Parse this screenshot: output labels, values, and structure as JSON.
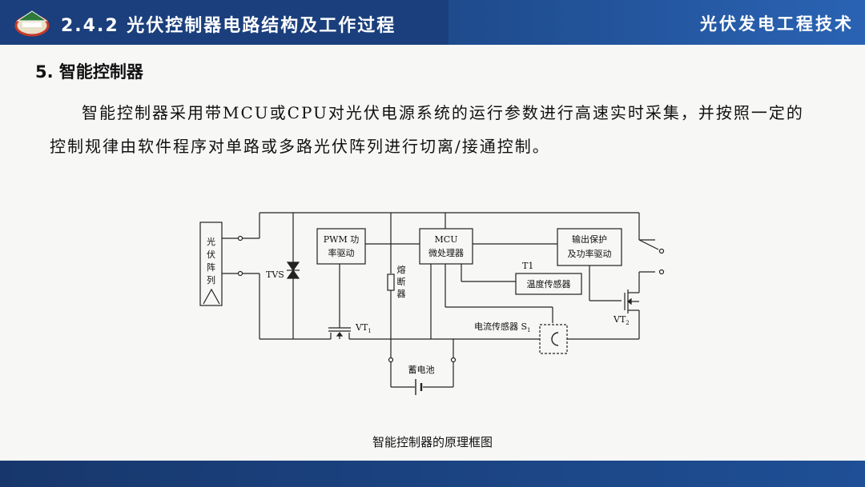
{
  "header": {
    "title": "2.4.2 光伏控制器电路结构及工作过程",
    "course": "光伏发电工程技术"
  },
  "section_title": "5. 智能控制器",
  "paragraph": "智能控制器采用带MCU或CPU对光伏电源系统的运行参数进行高速实时采集，并按照一定的控制规律由软件程序对单路或多路光伏阵列进行切离/接通控制。",
  "diagram": {
    "pv_array": [
      "光",
      "伏",
      "阵",
      "列"
    ],
    "tvs": "TVS",
    "pwm": [
      "PWM 功",
      "率驱动"
    ],
    "fuse": [
      "熔",
      "断",
      "器"
    ],
    "mcu": [
      "MCU",
      "微处理器"
    ],
    "t1": "T1",
    "temp_sensor": "温度传感器",
    "output": [
      "输出保护",
      "及功率驱动"
    ],
    "vt1": "VT",
    "vt1_sub": "1",
    "vt2": "VT",
    "vt2_sub": "2",
    "current_sensor": "电流传感器 S",
    "current_sensor_sub": "1",
    "battery": "蓄电池"
  },
  "caption": "智能控制器的原理框图",
  "colors": {
    "header_bg": "#1a3f7c",
    "footer_bg": "#1f4f96",
    "text": "#111111"
  }
}
